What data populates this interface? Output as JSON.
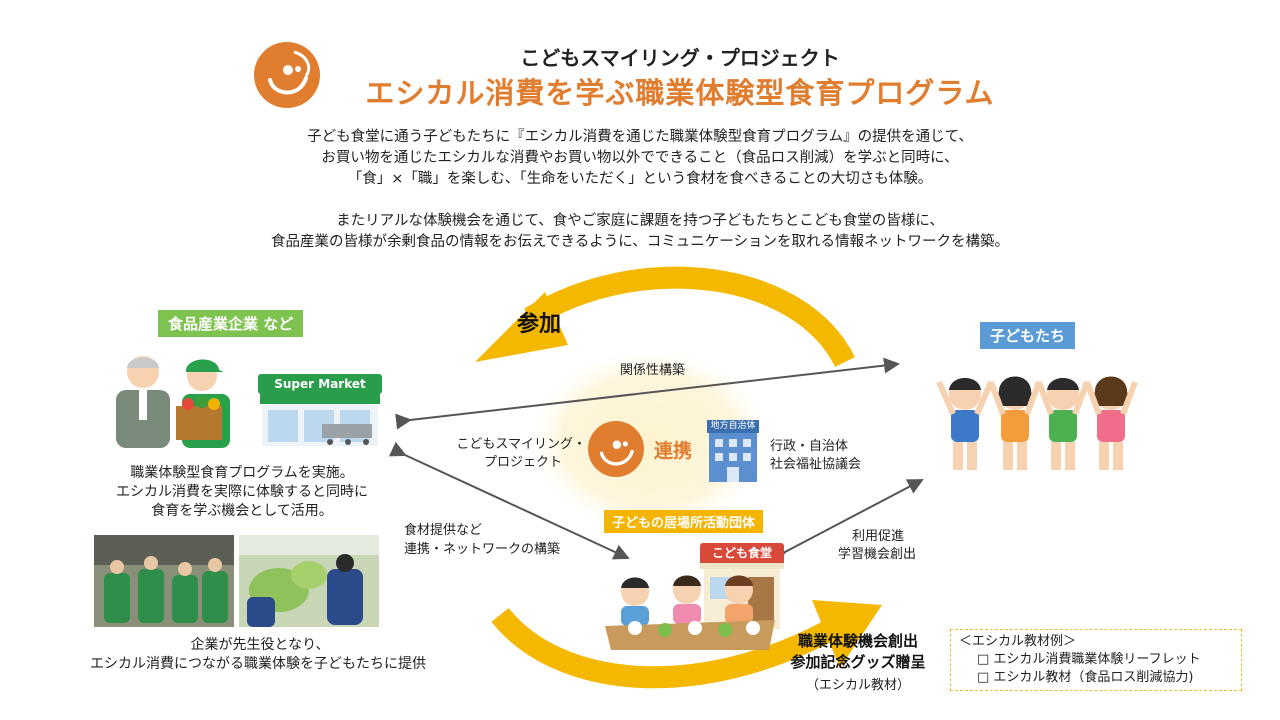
{
  "header": {
    "title_top": "こどもスマイリング・プロジェクト",
    "title_main": "エシカル消費を学ぶ職業体験型食育プログラム"
  },
  "intro": {
    "line1": "子ども食堂に通う子どもたちに『エシカル消費を通じた職業体験型食育プログラム』の提供を通じて、",
    "line2": "お買い物を通じたエシカルな消費やお買い物以外でできること（食品ロス削減）を学ぶと同時に、",
    "line3": "「食」×「職」を楽しむ、「生命をいただく」という食材を食べきることの大切さも体験。",
    "line4": "またリアルな体験機会を通じて、食やご家庭に課題を持つ子どもたちとこども食堂の皆様に、",
    "line5": "食品産業の皆様が余剰食品の情報をお伝えできるように、コミュニケーションを取れる情報ネットワークを構築。"
  },
  "diagram": {
    "join_label": "参加",
    "industry_tag": "食品産業企業 など",
    "kids_tag": "子どもたち",
    "relationship_label": "関係性構築",
    "project_label_1": "こどもスマイリング・",
    "project_label_2": "プロジェクト",
    "renkei_label": "連携",
    "gov_label_1": "行政・自治体",
    "gov_label_2": "社会福祉協議会",
    "gov_building_sign": "地方自治体",
    "supermarket_sign": "Super Market",
    "org_tag": "子どもの居場所活動団体",
    "kodomo_shokudo_sign": "こども食堂",
    "supply_label_1": "食材提供など",
    "supply_label_2": "連携・ネットワークの構築",
    "usage_label_1": "利用促進",
    "usage_label_2": "学習機会創出",
    "industry_caption_1": "職業体験型食育プログラムを実施。",
    "industry_caption_2": "エシカル消費を実際に体験すると同時に",
    "industry_caption_3": "食育を学ぶ機会として活用。",
    "photo_caption_1": "企業が先生役となり、",
    "photo_caption_2": "エシカル消費につながる職業体験を子どもたちに提供",
    "bottom_bold_1": "職業体験機会創出",
    "bottom_bold_2": "参加記念グッズ贈呈",
    "bottom_sub": "（エシカル教材）",
    "materials_title": "＜エシカル教材例＞",
    "materials_item_1": "□ エシカル消費職業体験リーフレット",
    "materials_item_2": "□ エシカル教材（食品ロス削減協力)"
  },
  "colors": {
    "accent_orange": "#e07d2e",
    "arrow_yellow": "#f5b800",
    "tag_green": "#7ec250",
    "tag_blue": "#5b9bd5",
    "tag_yellow": "#f4b400"
  }
}
